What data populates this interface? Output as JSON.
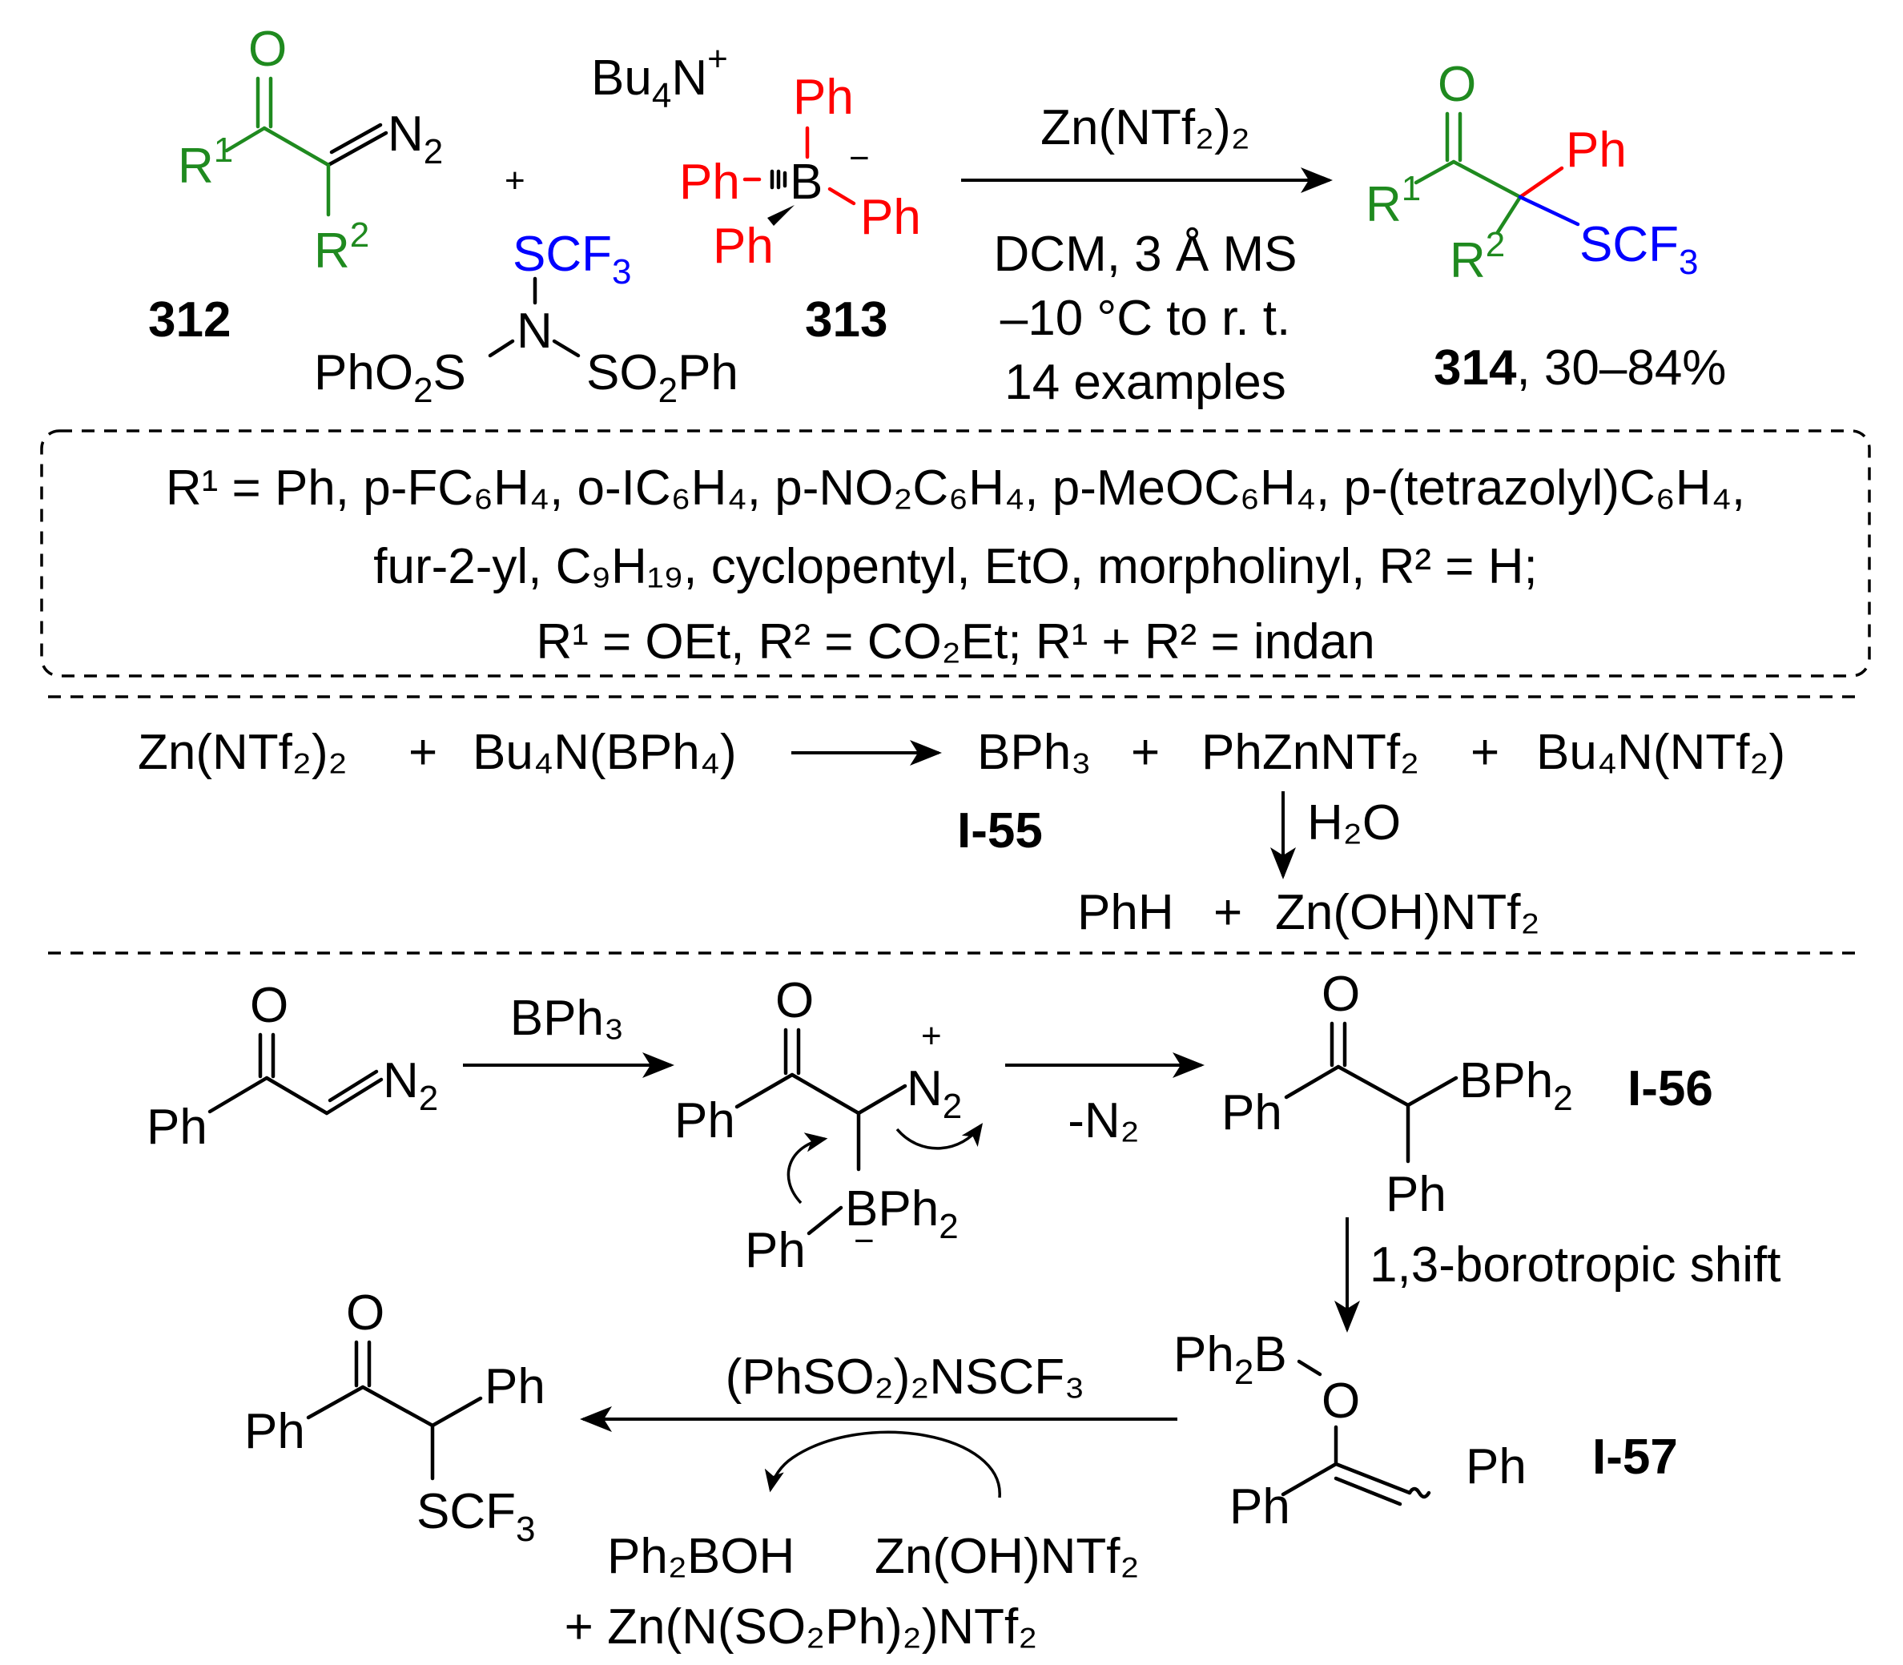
{
  "compounds": {
    "c312": "312",
    "c313": "313",
    "c314": "314",
    "yield": ", 30–84%",
    "i55": "I-55",
    "i56": "I-56",
    "i57": "I-57"
  },
  "reaction1": {
    "reagent": "Zn(NTf₂)₂",
    "cond1": "DCM, 3 Å MS",
    "cond2": "–10 °C to r. t.",
    "cond3": "14 examples"
  },
  "substituents": {
    "line1": "R¹ = Ph, p-FC₆H₄, o-IC₆H₄, p-NO₂C₆H₄, p-MeOC₆H₄, p-(tetrazolyl)C₆H₄,",
    "line2": "fur-2-yl, C₉H₁₉, cyclopentyl, EtO, morpholinyl, R² = H;",
    "line3": "R¹ = OEt, R² = CO₂Et; R¹ + R² = indan"
  },
  "equation2": {
    "lhs1": "Zn(NTf₂)₂",
    "plus": "+",
    "lhs2": "Bu₄N(BPh₄)",
    "rhs1": "BPh₃",
    "rhs2": "PhZnNTf₂",
    "rhs3": "Bu₄N(NTf₂)",
    "water": "H₂O",
    "prod1": "PhH",
    "prod2": "Zn(OH)NTf₂"
  },
  "mechanism": {
    "step1": "BPh₃",
    "step2": "-N₂",
    "step3": "1,3-borotropic shift",
    "step4": "(PhSO₂)₂NSCF₃",
    "byprod1": "Ph₂BOH",
    "byprod2": "Zn(OH)NTf₂",
    "byprod3": "+ Zn(N(SO₂Ph)₂)NTf₂"
  }
}
